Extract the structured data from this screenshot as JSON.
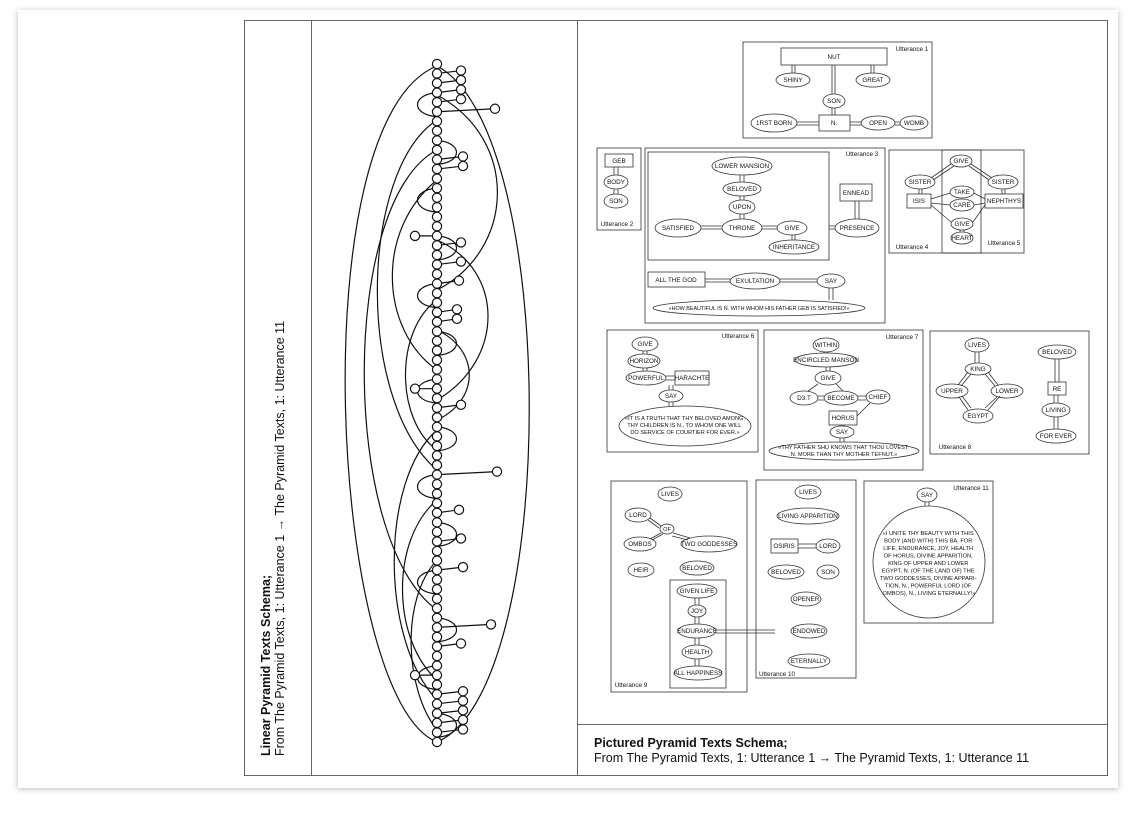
{
  "left_caption": {
    "title": "Linear Pyramid Texts Schema;",
    "subtitle": "From The Pyramid Texts, 1: Utterance 1 → The Pyramid Texts, 1: Utterance 11"
  },
  "right_caption": {
    "title": "Pictured Pyramid Texts Schema;",
    "subtitle": "From The Pyramid Texts, 1: Utterance 1 → The Pyramid Texts, 1: Utterance 11"
  },
  "utterances": {
    "u1": {
      "label": "Utterance 1",
      "nut": "NUT",
      "shiny": "SHINY",
      "great": "GREAT",
      "son": "SON",
      "first_born": "1RST BORN",
      "n": "N.",
      "open": "OPEN",
      "womb": "WOMB"
    },
    "u2": {
      "label": "Utterance 2",
      "geb": "GEB",
      "body": "BODY",
      "son": "SON"
    },
    "u3": {
      "label": "Utterance 3",
      "lower_mansion": "LOWER MANSION",
      "beloved": "BELOVED",
      "upon": "UPON",
      "satisfied": "SATISFIED",
      "throne": "THRONE",
      "give": "GIVE",
      "inheritance": "INHERITANCE",
      "ennead": "ENNEAD",
      "presence": "PRESENCE",
      "all_the_god": "ALL THE GOD",
      "exultation": "EXULTATION",
      "say": "SAY",
      "quote": "«HOW BEAUTIFUL IS N. WITH WHOM HIS FATHER GEB IS SATISFIED!»"
    },
    "u4": {
      "label": "Utterance 4",
      "give": "GIVE",
      "sister_left": "SISTER",
      "sister_right": "SISTER",
      "isis": "ISIS",
      "take": "TAKE",
      "care": "CARE",
      "nephthys": "NEPHTHYS",
      "give2": "GIVE",
      "heart": "HEART"
    },
    "u5": {
      "label": "Utterance 5"
    },
    "u6": {
      "label": "Utterance 6",
      "give": "GIVE",
      "horizon": "HORIZON",
      "powerful": "POWERFUL",
      "harachte": "HARACHTE",
      "say": "SAY",
      "quote": "«IT IS A TRUTH THAT THY BELOVED AMONG THY CHILDREN IS N., TO WHOM ONE WILL DO SERVICE OF COURTIER FOR EVER.»"
    },
    "u7": {
      "label": "Utterance 7",
      "within": "WITHIN",
      "encircled": "ENCIRCLED MANSON",
      "give": "GIVE",
      "d3t": "D3.T",
      "become": "BECOME",
      "chief": "CHIEF",
      "horus": "HORUS",
      "say": "SAY",
      "quote": "«THY FATHER SHU KNOWS THAT THOU LOVEST N. MORE THAN THY MOTHER TEFNUT.»"
    },
    "u8": {
      "label": "Utterance 8",
      "lives": "LIVES",
      "king": "KING",
      "upper": "UPPER",
      "lower": "LOWER",
      "egypt": "EGYPT",
      "beloved": "BELOVED",
      "re": "RE",
      "living": "LIVING",
      "for_ever": "FOR EVER"
    },
    "u9": {
      "label": "Utterance 9",
      "lives": "LIVES",
      "lord": "LORD",
      "of": "OF",
      "ombos": "OMBOS",
      "two_goddesses": "TWO GODDESSES",
      "heir": "HEIR",
      "beloved": "BELOVED",
      "given_life": "GIVEN LIFE",
      "joy": "JOY",
      "endurance": "ENDURANCE",
      "health": "HEALTH",
      "all_happiness": "ALL HAPPINESS"
    },
    "u10": {
      "label": "Utterance 10",
      "lives": "LIVES",
      "living_apparition": "LIVING APPARITION",
      "osiris": "OSIRIS",
      "lord": "LORD",
      "beloved": "BELOVED",
      "son": "SON",
      "opener": "OPENER",
      "endowed": "ENDOWED",
      "eternally": "ETERNALLY"
    },
    "u11": {
      "label": "Utterance 11",
      "say": "SAY",
      "quote": "«I UNITE THY BEAUTY WITH THIS BODY (AND WITH) THIS BA, FOR LIFE, ENDURANCE, JOY, HEALTH OF HORUS, DIVINE APPARITION, KING OF UPPER AND LOWER EGYPT, N. (OF THE LAND OF) THE TWO GODDESSES, DIVINE APPARITION, N., POWERFUL LORD (OF OMBOS), N., LIVING ETERNALLY!»"
    }
  }
}
